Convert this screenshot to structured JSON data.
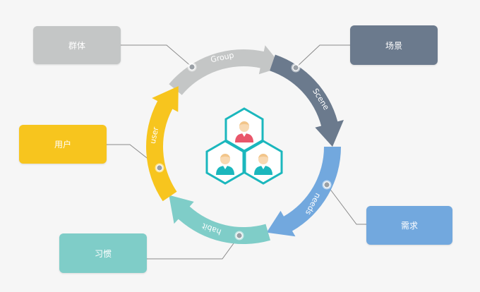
{
  "colors": {
    "group": "#c4c6c6",
    "scene": "#6b7a8d",
    "needs": "#72a8de",
    "habit": "#7fcdc8",
    "user": "#f7c51e",
    "connector": "#8a8a8a",
    "hex_border": "#1bb7bd",
    "person_red": "#e9566a",
    "person_teal": "#1bb7bd",
    "skin": "#f8d9b2"
  },
  "segments": [
    {
      "key": "group",
      "arc_label": "Group",
      "box_label": "群体"
    },
    {
      "key": "scene",
      "arc_label": "Scene",
      "box_label": "场景"
    },
    {
      "key": "needs",
      "arc_label": "needs",
      "box_label": "需求"
    },
    {
      "key": "habit",
      "arc_label": "habit",
      "box_label": "习惯"
    },
    {
      "key": "user",
      "arc_label": "user",
      "box_label": "用户"
    }
  ],
  "center": {
    "icon": "users-hexagon-icon"
  }
}
